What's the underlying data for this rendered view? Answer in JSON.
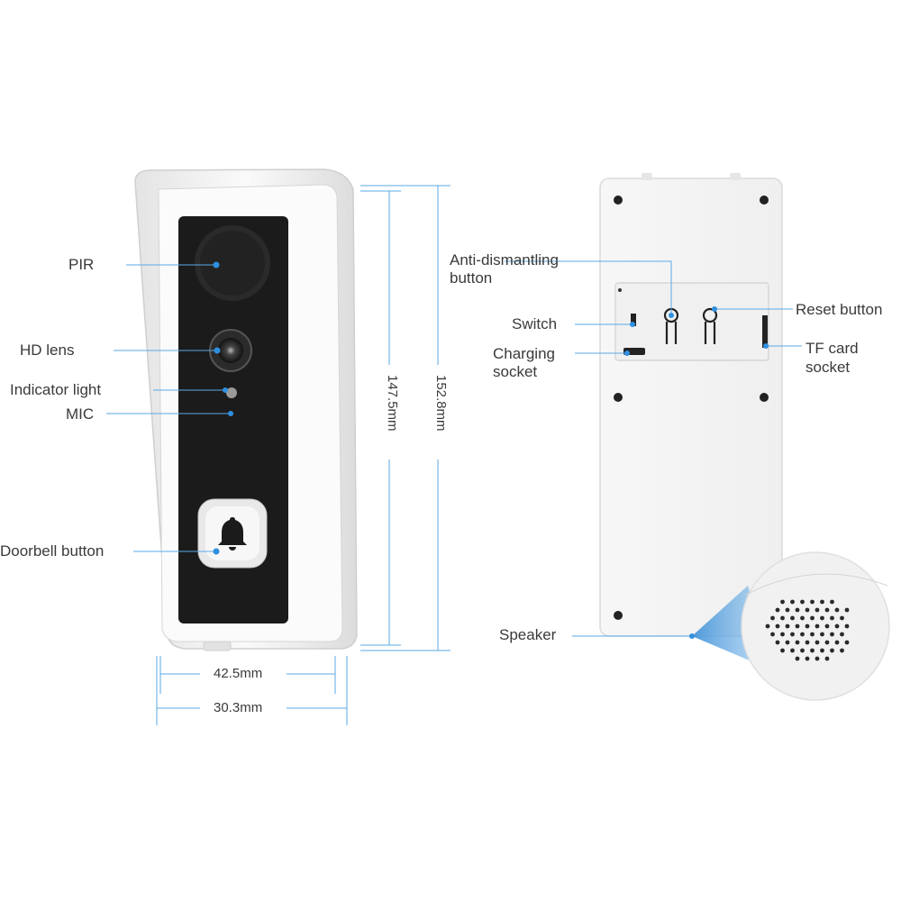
{
  "front": {
    "labels": {
      "pir": "PIR",
      "hd_lens": "HD lens",
      "indicator_light": "Indicator light",
      "mic": "MIC",
      "doorbell_button": "Doorbell button"
    },
    "dimensions": {
      "height_inner": "147.5mm",
      "height_outer": "152.8mm",
      "width_outer": "42.5mm",
      "width_inner": "30.3mm"
    }
  },
  "back": {
    "labels": {
      "anti_dismantling_line1": "Anti-dismantling",
      "anti_dismantling_line2": "button",
      "switch": "Switch",
      "charging_line1": "Charging",
      "charging_line2": "socket",
      "reset_button": "Reset button",
      "tf_card_line1": "TF card",
      "tf_card_line2": "socket",
      "speaker": "Speaker"
    }
  },
  "colors": {
    "accent": "#2f8fe0",
    "leader": "#5aa9e6",
    "device_body": "#f2f2f2",
    "device_face": "#1c1c1c"
  }
}
